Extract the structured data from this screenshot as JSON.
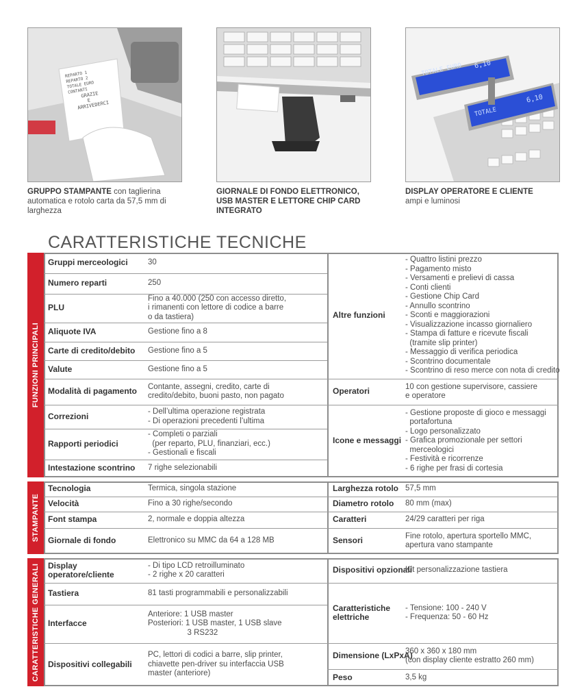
{
  "captions": [
    {
      "bold": "GRUPPO STAMPANTE",
      "text": " con taglierina automatica e rotolo carta da 57,5 mm di larghezza"
    },
    {
      "bold": "GIORNALE DI FONDO ELETTRONICO, USB MASTER E LETTORE CHIP CARD INTEGRATO",
      "text": ""
    },
    {
      "bold": "DISPLAY OPERATORE E CLIENTE",
      "text": "ampi e luminosi"
    }
  ],
  "photos": {
    "printer_receipt": [
      "REPARTO 1",
      "REPARTO 2",
      "TOTALE EURO",
      "CONTANTI",
      "GRAZIE",
      "E",
      "ARRIVEDERCI"
    ],
    "display_text_top": "TOTALE EURO",
    "display_value": "6,10",
    "display_text_bottom": "TOTALE"
  },
  "title": "CARATTERISTICHE TECNICHE",
  "sections": {
    "funzioni": {
      "label": "FUNZIONI PRINCIPALI",
      "left": [
        {
          "label": "Gruppi merceologici",
          "value": "30"
        },
        {
          "label": "Numero reparti",
          "value": "250"
        },
        {
          "label": "PLU",
          "value": "Fino a 40.000 (250 con accesso diretto,\ni rimanenti con lettore di codice a barre\no da tastiera)"
        },
        {
          "label": "Aliquote IVA",
          "value": "Gestione fino a 8"
        },
        {
          "label": "Carte di credito/debito",
          "value": "Gestione fino a 5"
        },
        {
          "label": "Valute",
          "value": "Gestione fino a 5"
        },
        {
          "label": "Modalità di pagamento",
          "value": "Contante, assegni, credito, carte di\ncredito/debito, buoni pasto, non pagato"
        },
        {
          "label": "Correzioni",
          "value": "- Dell’ultima operazione registrata\n- Di operazioni precedenti l’ultima"
        },
        {
          "label": "Rapporti periodici",
          "value": "- Completi o parziali\n  (per reparto, PLU, finanziari, ecc.)\n- Gestionali e fiscali"
        },
        {
          "label": "Intestazione scontrino",
          "value": "7 righe selezionabili"
        }
      ],
      "right": [
        {
          "label": "Altre funzioni",
          "value": "- Quattro listini prezzo\n- Pagamento misto\n- Versamenti e prelievi di cassa\n- Conti clienti\n- Gestione Chip Card\n- Annullo scontrino\n- Sconti e maggiorazioni\n- Visualizzazione incasso giornaliero\n- Stampa di fatture e ricevute fiscali\n  (tramite slip printer)\n- Messaggio di verifica periodica\n- Scontrino documentale\n- Scontrino di reso merce con nota di credito"
        },
        {
          "label": "Operatori",
          "value": "10 con gestione supervisore, cassiere\ne operatore"
        },
        {
          "label": "Icone e messaggi",
          "value": "- Gestione proposte di gioco e messaggi\n  portafortuna\n- Logo personalizzato\n- Grafica promozionale per settori\n  merceologici\n- Festività e ricorrenze\n- 6 righe per frasi di cortesia"
        }
      ]
    },
    "stampante": {
      "label": "STAMPANTE",
      "left": [
        {
          "label": "Tecnologia",
          "value": "Termica, singola stazione"
        },
        {
          "label": "Velocità",
          "value": "Fino a 30 righe/secondo"
        },
        {
          "label": "Font stampa",
          "value": "2, normale e doppia altezza"
        },
        {
          "label": "Giornale di fondo",
          "value": "Elettronico su MMC da 64 a 128 MB"
        }
      ],
      "right": [
        {
          "label": "Larghezza rotolo",
          "value": "57,5 mm"
        },
        {
          "label": "Diametro rotolo",
          "value": "80 mm (max)"
        },
        {
          "label": "Caratteri",
          "value": "24/29 caratteri per riga"
        },
        {
          "label": "Sensori",
          "value": "Fine rotolo, apertura sportello MMC,\napertura vano stampante"
        }
      ]
    },
    "generali": {
      "label": "CARATTERISTICHE GENERALI",
      "left": [
        {
          "label": "Display\noperatore/cliente",
          "value": "- Di tipo LCD retroilluminato\n- 2 righe x 20 caratteri"
        },
        {
          "label": "Tastiera",
          "value": "81 tasti programmabili e personalizzabili"
        },
        {
          "label": "Interfacce",
          "value": "Anteriore: 1 USB master\nPosteriori: 1 USB master, 1 USB slave\n                  3 RS232"
        },
        {
          "label": "Dispositivi collegabili",
          "value": "PC, lettori di codici a barre, slip printer,\nchiavette pen-driver su interfaccia USB\nmaster (anteriore)"
        }
      ],
      "right": [
        {
          "label": "Dispositivi opzionali",
          "value": "Kit personalizzazione tastiera"
        },
        {
          "label": "Caratteristiche\nelettriche",
          "value": "- Tensione: 100 - 240 V\n- Frequenza: 50 - 60 Hz"
        },
        {
          "label": "Dimensione (LxPxA)",
          "value": "360 x 360 x 180 mm\n(con display cliente estratto 260 mm)"
        },
        {
          "label": "Peso",
          "value": "3,5 kg"
        }
      ]
    }
  },
  "colors": {
    "accent": "#d2202b",
    "border": "#8d8d8d",
    "display_blue": "#2b4fd6"
  }
}
